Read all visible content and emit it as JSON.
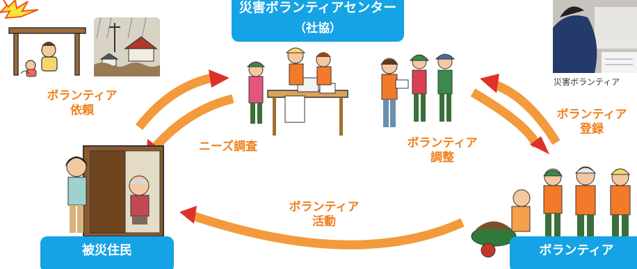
{
  "center_box": {
    "title": "災害ボランティアセンター",
    "subtitle": "（社協）"
  },
  "residents_box": {
    "label": "被災住民"
  },
  "volunteers_box": {
    "label": "ボランティア"
  },
  "labels": {
    "request_line1": "ボランティア",
    "request_line2": "依頼",
    "needs_survey": "ニーズ調査",
    "coordination_line1": "ボランティア",
    "coordination_line2": "調整",
    "registration_line1": "ボランティア",
    "registration_line2": "登録",
    "activity_line1": "ボランティア",
    "activity_line2": "活動"
  },
  "photo_caption": "災害ボランティア",
  "colors": {
    "accent_blue": "#16a3e6",
    "arrow_orange": "#f39a3c",
    "label_orange": "#f0801e",
    "arrowhead_red": "#e0302a"
  }
}
